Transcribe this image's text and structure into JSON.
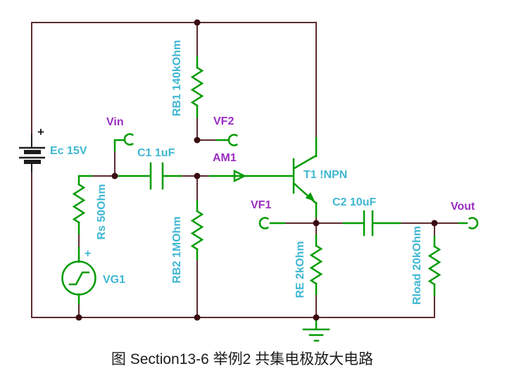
{
  "figure": {
    "caption": "图 Section13-6  举例2 共集电极放大电路"
  },
  "colors": {
    "background": "#ffffff",
    "wire": "#5c2a2e",
    "component": "#009b00",
    "node": "#3a0c12",
    "value_label": "#3fb7d2",
    "probe_label": "#9a2cc0",
    "black": "#1c1c1c"
  },
  "components": {
    "battery": {
      "label": "Ec 15V",
      "plus": "+"
    },
    "vg1": {
      "label": "VG1",
      "plus": "+"
    },
    "rs": {
      "label": "Rs 50Ohm"
    },
    "rb1": {
      "label": "RB1 140kOhm"
    },
    "rb2": {
      "label": "RB2 1MOhm"
    },
    "c1": {
      "label": "C1 1uF"
    },
    "c2": {
      "label": "C2 10uF"
    },
    "re": {
      "label": "RE 2kOhm"
    },
    "rload": {
      "label": "Rload 20kOhm"
    },
    "t1": {
      "label": "T1 !NPN"
    },
    "am1": {
      "label": "AM1"
    }
  },
  "probes": {
    "vin": {
      "label": "Vin"
    },
    "vf2": {
      "label": "VF2"
    },
    "vf1": {
      "label": "VF1"
    },
    "vout": {
      "label": "Vout"
    }
  }
}
